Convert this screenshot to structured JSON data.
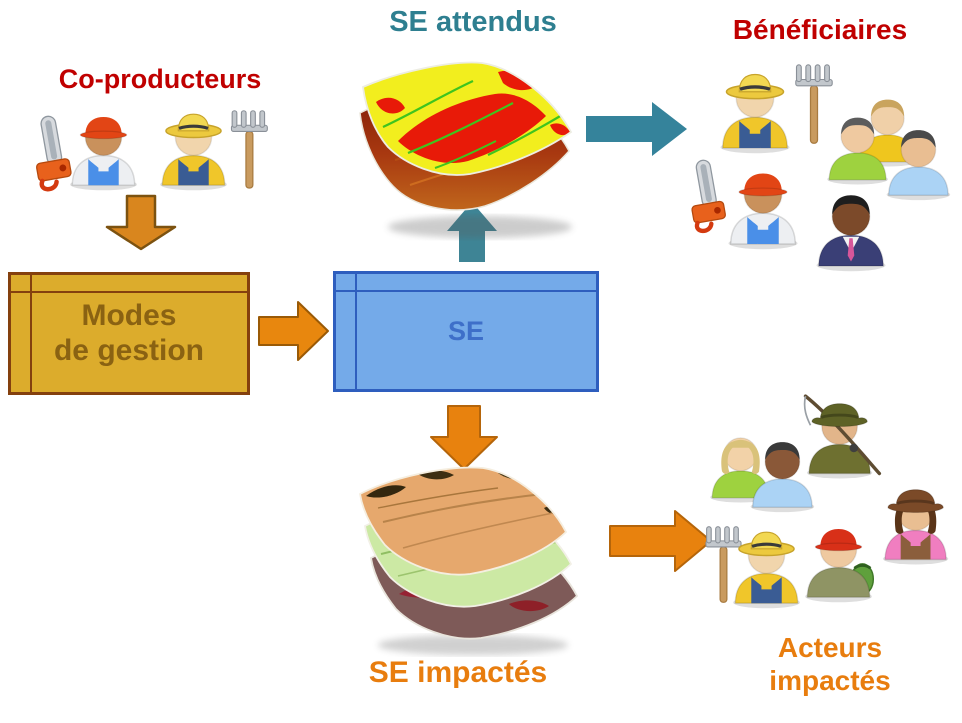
{
  "diagram": {
    "background": "#FFFFFF",
    "titles": {
      "coproducteurs": {
        "text": "Co-producteurs",
        "color": "#C00000"
      },
      "se_attendus": {
        "text": "SE attendus",
        "color": "#2E7F90"
      },
      "beneficiaires": {
        "text": "Bénéficiaires",
        "color": "#C00000"
      },
      "se_impactes": {
        "text": "SE impactés",
        "color": "#E87D0E"
      },
      "acteurs_impactes": {
        "text": "Acteurs\nimpactés",
        "color": "#E87D0E"
      }
    },
    "boxes": {
      "modes_de_gestion": {
        "label": "Modes\nde gestion",
        "fill": "#DCAC2C",
        "border": "#84400E",
        "text_color": "#8A6212"
      },
      "se": {
        "label": "SE",
        "fill": "#74AAE9",
        "border": "#2E5EBE",
        "text_color": "#3E6FC9"
      }
    },
    "arrows": [
      {
        "name": "coproducteurs-to-modes",
        "direction": "down",
        "color": "#D9861E"
      },
      {
        "name": "modes-to-se",
        "direction": "right",
        "color": "#E8870E"
      },
      {
        "name": "se-to-se-attendus",
        "direction": "up",
        "color": "#3E8495"
      },
      {
        "name": "se-attendus-to-beneficiaires",
        "direction": "right",
        "color": "#35839B"
      },
      {
        "name": "se-to-se-impactes",
        "direction": "down",
        "color": "#E8820E"
      },
      {
        "name": "se-impactes-to-acteurs",
        "direction": "right",
        "color": "#E8820E"
      }
    ],
    "icon_groups": {
      "coproducteurs": [
        "chainsaw-icon",
        "worker-red-cap-icon",
        "farmer-straw-hat-icon",
        "pitchfork-icon"
      ],
      "beneficiaires": [
        "farmer-straw-hat-icon",
        "pitchfork-icon",
        "person-yellow-icon",
        "person-green-icon",
        "person-blue-icon",
        "chainsaw-icon",
        "worker-red-cap-icon",
        "businessman-icon"
      ],
      "acteurs_impactes": [
        "woman-green-icon",
        "man-blue-icon",
        "fisherman-icon",
        "fishing-rod-icon",
        "cowgirl-icon",
        "pitchfork-icon",
        "farmer-straw-hat-icon",
        "hiker-backpack-icon"
      ]
    },
    "maps": {
      "se_attendus_map": {
        "icon": "layered-terrain-map-icon",
        "palette": [
          "#F2EE1E",
          "#E81A08",
          "#3FC41E",
          "#A83810"
        ]
      },
      "se_impactes_map": {
        "icon": "stacked-terrain-maps-icon",
        "palette": [
          "#E6A86D",
          "#CCE9A4",
          "#7E5A58",
          "#962233"
        ]
      }
    }
  }
}
